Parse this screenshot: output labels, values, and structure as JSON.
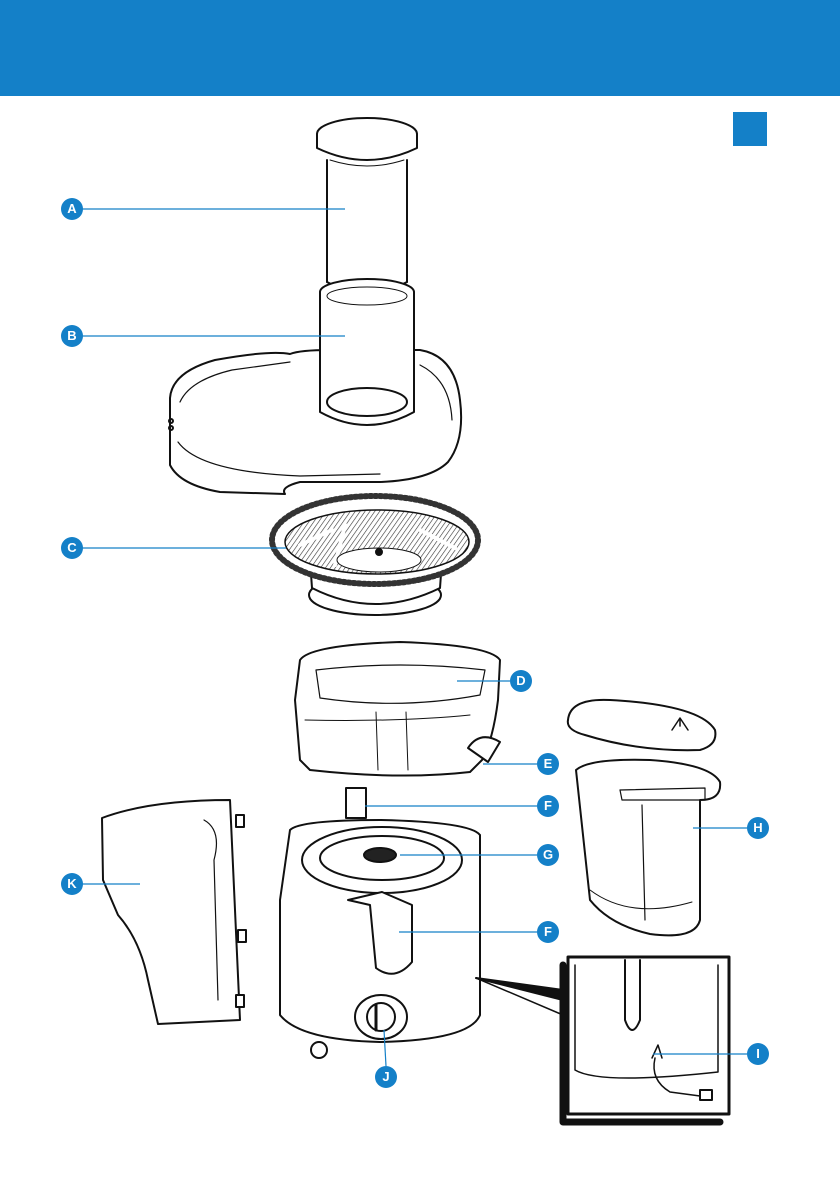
{
  "header": {
    "band_color": "#1480c8"
  },
  "marker": {
    "color": "#1480c8"
  },
  "callouts": {
    "a": "A",
    "b": "B",
    "c": "C",
    "d": "D",
    "e": "E",
    "f1": "F",
    "g": "G",
    "h": "H",
    "k": "K",
    "f2": "F",
    "i": "I",
    "j": "J"
  },
  "colors": {
    "accent": "#1480c8",
    "line": "#111111",
    "shade": "#555555"
  }
}
